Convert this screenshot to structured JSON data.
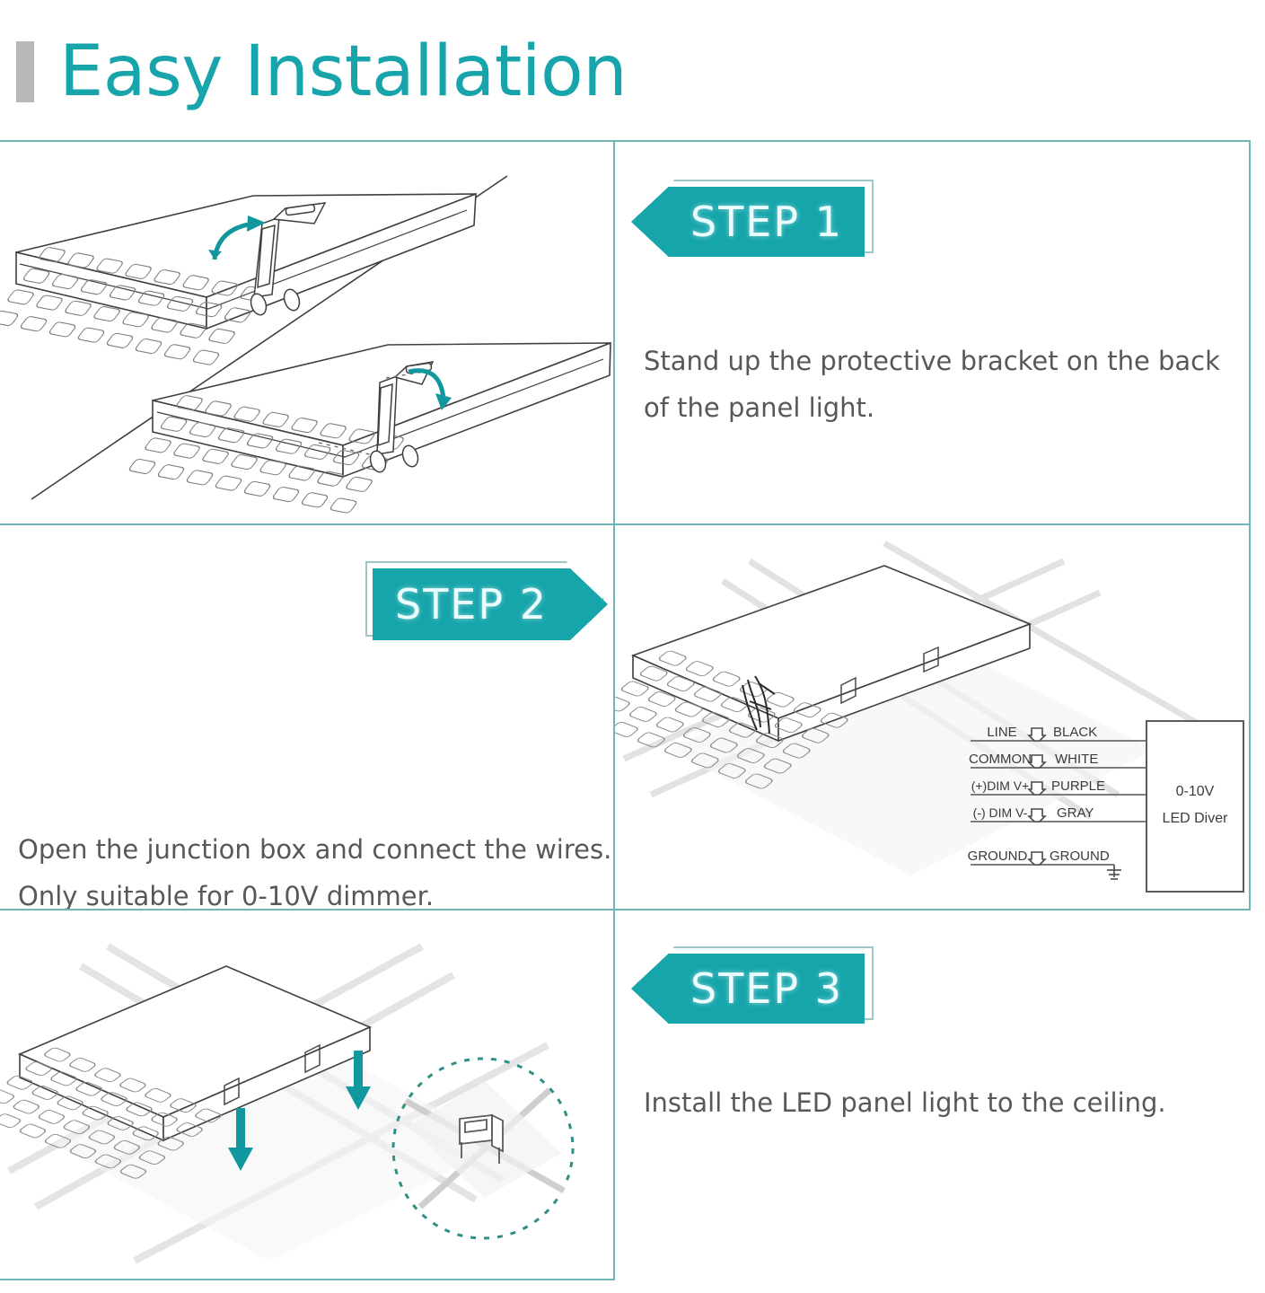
{
  "header": {
    "title": "Easy Installation",
    "accent_color": "#17a5ab",
    "bar_color": "#b9b9b9"
  },
  "theme": {
    "teal": "#15a5ab",
    "grid_line": "#6fb7b7",
    "text_gray": "#56595b",
    "line_art": "#4a4a4a"
  },
  "steps": [
    {
      "badge": "STEP 1",
      "direction": "left",
      "description_lines": [
        "Stand up the protective bracket on the back",
        "of the panel light."
      ],
      "illustration": "panel-bracket-rotate-diagram"
    },
    {
      "badge": "STEP 2",
      "direction": "right",
      "description_lines": [
        "Open the junction box and connect the wires.",
        "Only suitable for 0-10V dimmer."
      ],
      "illustration": "panel-wiring-ceiling-diagram"
    },
    {
      "badge": "STEP 3",
      "direction": "left",
      "description_lines": [
        "Install the LED panel light to the ceiling."
      ],
      "illustration": "panel-install-ceiling-diagram"
    }
  ],
  "wiring_diagram": {
    "rows": [
      {
        "left": "LINE",
        "right": "BLACK"
      },
      {
        "left": "COMMON",
        "right": "WHITE"
      },
      {
        "left": "(+)DIM V+",
        "right": "PURPLE"
      },
      {
        "left": "(-) DIM V-",
        "right": "GRAY"
      }
    ],
    "ground_row": {
      "left": "GROUND",
      "right": "GROUND"
    },
    "driver": {
      "line1": "0-10V",
      "line2": "LED Diver"
    }
  }
}
